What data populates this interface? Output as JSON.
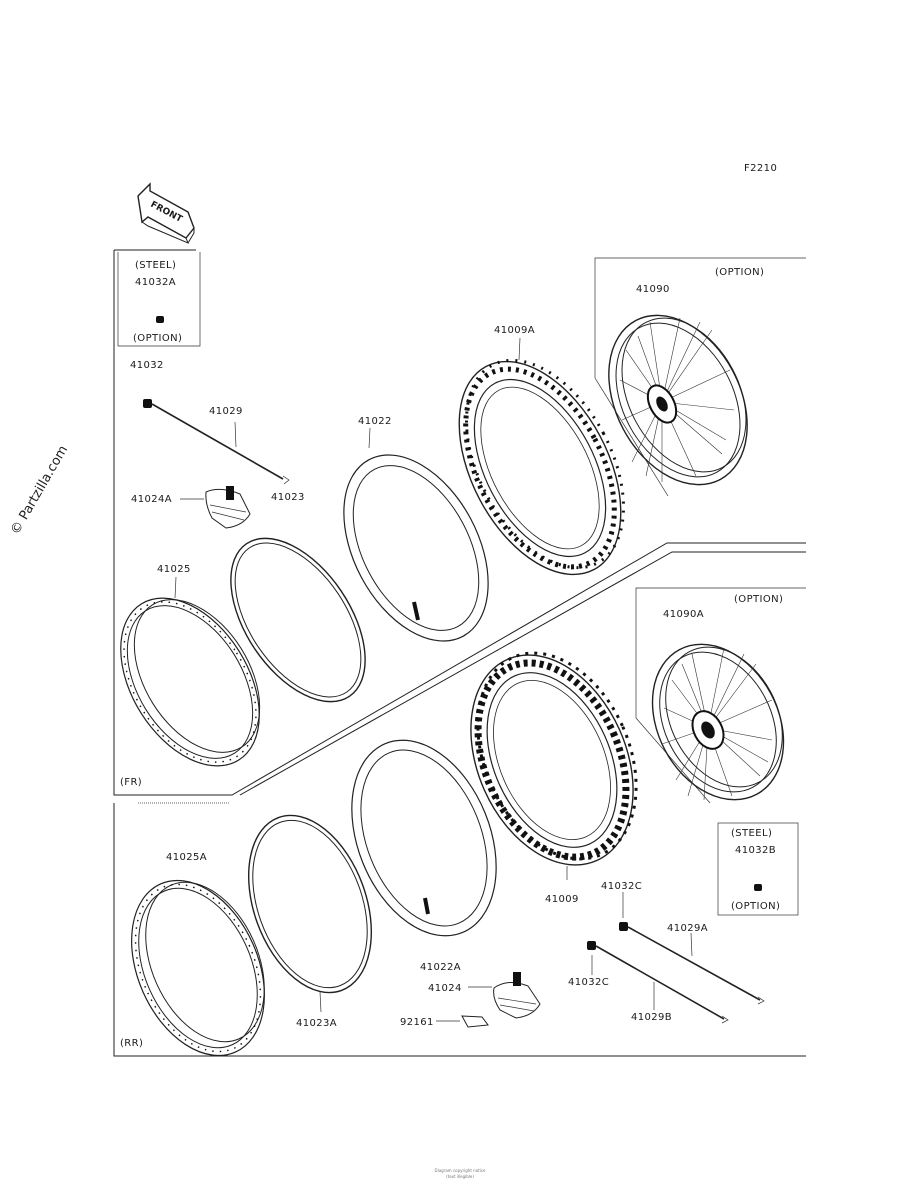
{
  "figure_code": "F2210",
  "front_arrow": "FRONT",
  "watermark": "© Partzilla.com",
  "footer": [
    "Diagram copyright notice",
    "(text illegible)"
  ],
  "sections": {
    "front": "(FR)",
    "rear": "(RR)"
  },
  "boxes": {
    "steel_front": {
      "title": "(STEEL)",
      "part": "41032A",
      "note": "(OPTION)"
    },
    "option_front_wheel": {
      "title": "(OPTION)",
      "part": "41090"
    },
    "option_rear_wheel": {
      "title": "(OPTION)",
      "part": "41090A"
    },
    "steel_rear": {
      "title": "(STEEL)",
      "part": "41032B",
      "note": "(OPTION)"
    }
  },
  "parts": {
    "p41032": "41032",
    "p41029": "41029",
    "p41023": "41023",
    "p41024A": "41024A",
    "p41022": "41022",
    "p41009A": "41009A",
    "p41025": "41025",
    "p41025A": "41025A",
    "p41023A": "41023A",
    "p41009": "41009",
    "p41032C_1": "41032C",
    "p41032C_2": "41032C",
    "p41029A": "41029A",
    "p41029B": "41029B",
    "p41022A": "41022A",
    "p41024": "41024",
    "p92161": "92161"
  }
}
